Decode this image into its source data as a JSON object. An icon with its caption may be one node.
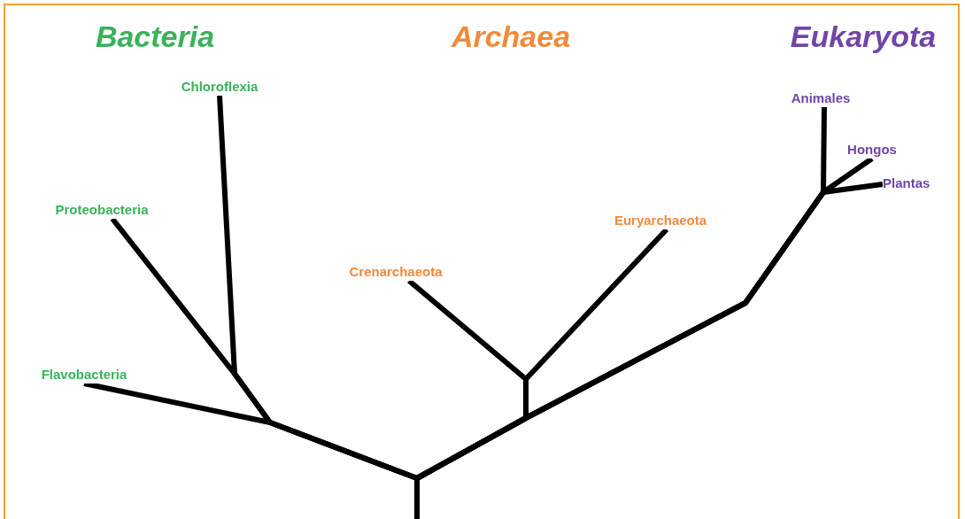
{
  "diagram": {
    "nodes": [
      {
        "text": [
          "Chloroflexia"
        ]
      },
      {
        "text": [
          "Proteobacteria"
        ]
      },
      {
        "text": [
          "Flavobacteria"
        ]
      },
      {
        "text": [
          "Crenarchaeota"
        ]
      },
      {
        "text": [
          "Euryarchaeota"
        ]
      },
      {
        "text": [
          "Animales"
        ]
      },
      {
        "text": [
          "Hongos"
        ]
      },
      {
        "text": [
          "Plantas"
        ]
      }
    ],
    "edges": [
      {
        "from": null,
        "to": 0,
        "arrow": "none"
      },
      {
        "from": null,
        "to": 1,
        "arrow": "none"
      },
      {
        "from": null,
        "to": 2,
        "arrow": "none"
      },
      {
        "from": null,
        "to": 3,
        "arrow": "none"
      },
      {
        "from": null,
        "to": 4,
        "arrow": "none"
      },
      {
        "from": null,
        "to": 5,
        "arrow": "none"
      },
      {
        "from": null,
        "to": 6,
        "arrow": "none"
      },
      {
        "from": null,
        "to": 7,
        "arrow": "none"
      }
    ],
    "labels": [
      "Bacteria",
      "Archaea",
      "Eukaryota"
    ]
  }
}
